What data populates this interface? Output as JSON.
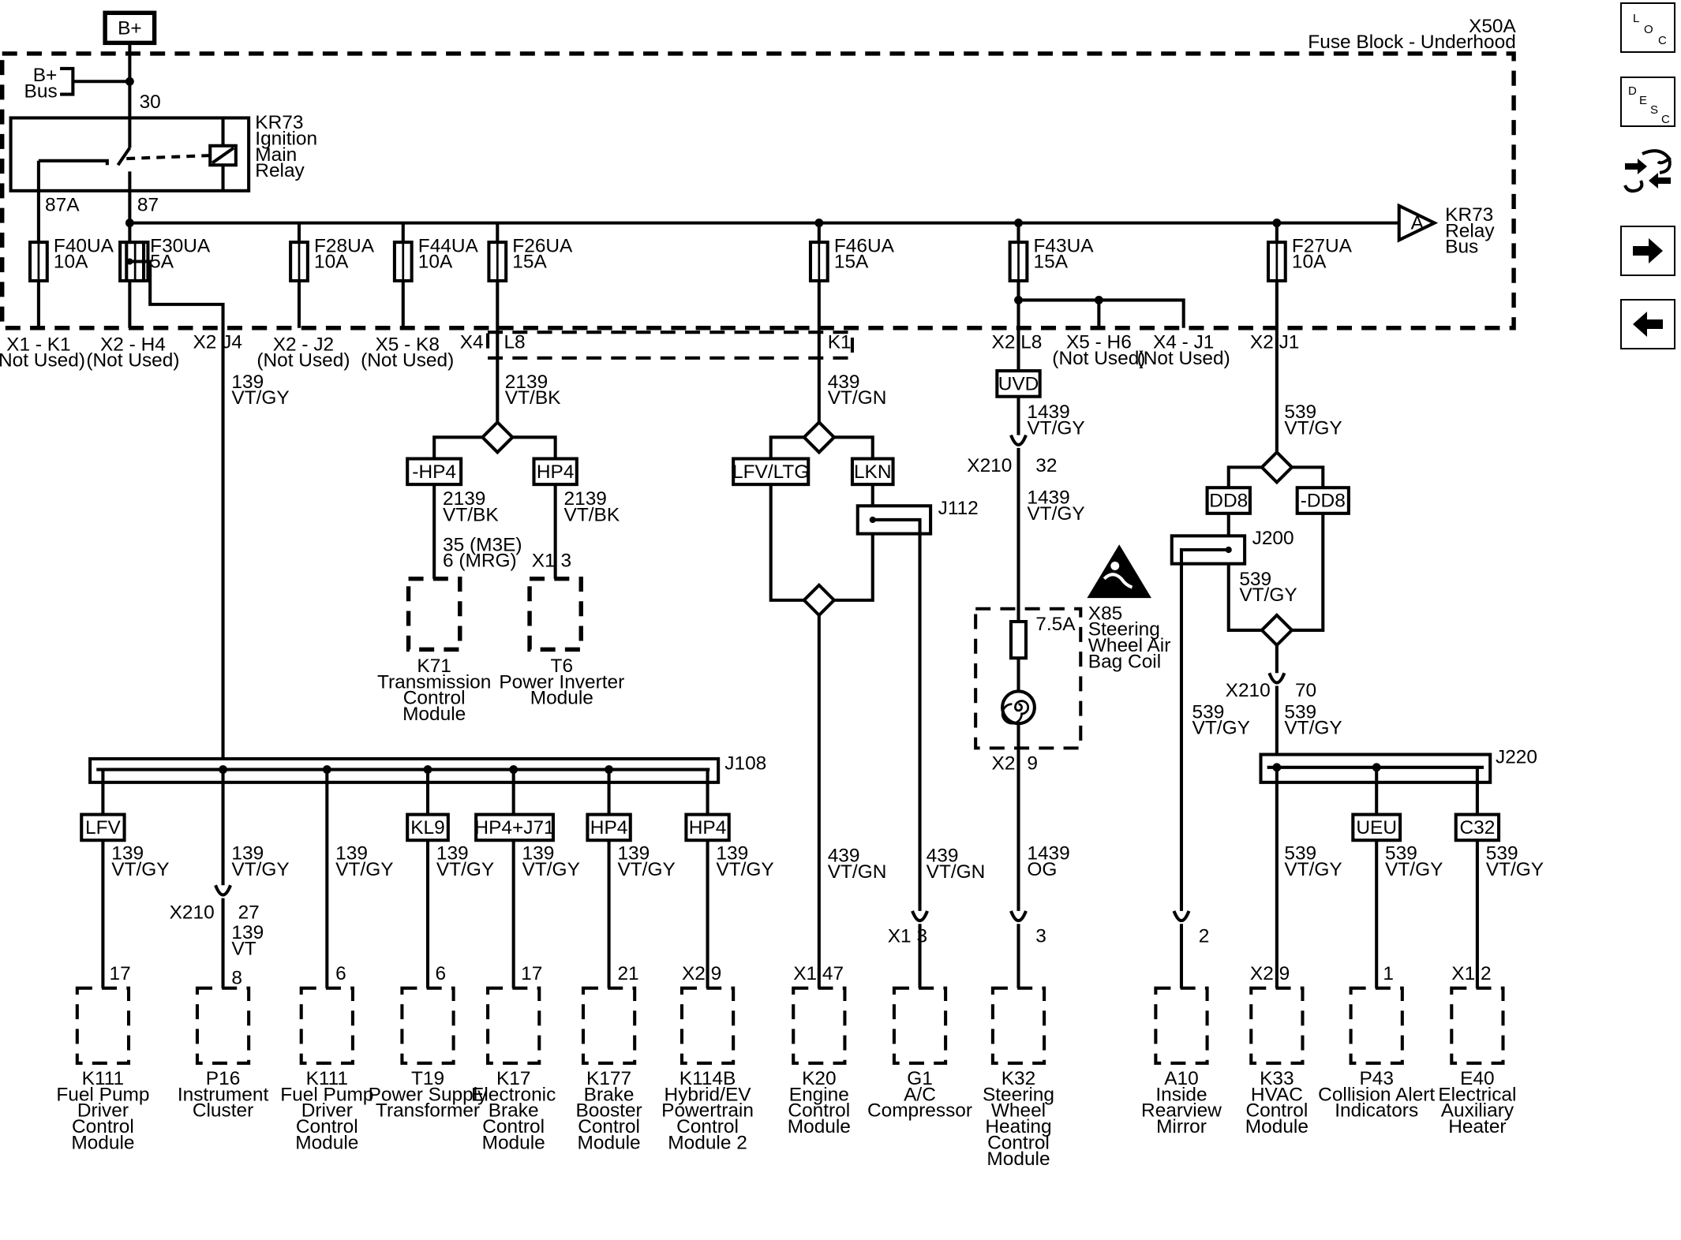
{
  "header": {
    "battery": "B+",
    "block_id": "X50A",
    "block_name": "Fuse Block - Underhood",
    "bus": [
      "B+",
      "Bus"
    ],
    "pin30": "30"
  },
  "relay": {
    "name": [
      "KR73",
      "Ignition",
      "Main",
      "Relay"
    ],
    "pin87a": "87A",
    "pin87": "87",
    "relay_bus_flag": "A",
    "relay_bus_label": [
      "KR73",
      "Relay",
      "Bus"
    ]
  },
  "fuses": [
    {
      "name": "F40UA",
      "rating": "10A"
    },
    {
      "name": "F30UA",
      "rating": "5A"
    },
    {
      "name": "F28UA",
      "rating": "10A"
    },
    {
      "name": "F44UA",
      "rating": "10A"
    },
    {
      "name": "F26UA",
      "rating": "15A"
    },
    {
      "name": "F46UA",
      "rating": "15A"
    },
    {
      "name": "F43UA",
      "rating": "15A"
    },
    {
      "name": "F27UA",
      "rating": "10A"
    }
  ],
  "connectors": {
    "x1k1": [
      "X1 - K1",
      "(Not Used)"
    ],
    "x2h4": [
      "X2 - H4",
      "(Not Used)"
    ],
    "x2j4": "X2 J4",
    "x2j2": [
      "X2 - J2",
      "(Not Used)"
    ],
    "x5k8": [
      "X5 - K8",
      "(Not Used)"
    ],
    "x4": "X4",
    "l8": "L8",
    "k1": "K1",
    "x2l8": "X2 L8",
    "x5h6": [
      "X5 - H6",
      "(Not Used)"
    ],
    "x4j1": [
      "X4 - J1",
      "(Not Used)"
    ],
    "x2j1": "X2 J1"
  },
  "wires": {
    "c139": "139",
    "vtgy": "VT/GY",
    "c2139": "2139",
    "vtbk": "VT/BK",
    "c439": "439",
    "vtgn": "VT/GN",
    "c1439": "1439",
    "og": "OG",
    "c539": "539",
    "vt": "VT"
  },
  "options": {
    "nhp4": "-HP4",
    "hp4": "HP4",
    "lfvltg": "LFV/LTG",
    "lkn": "LKN",
    "uvd": "UVD",
    "dd8": "DD8",
    "ndd8": "-DD8",
    "lfv": "LFV",
    "kl9": "KL9",
    "hp4j71": "HP4+J71",
    "ueu": "UEU",
    "c32": "C32"
  },
  "splices": {
    "j108": "J108",
    "j112": "J112",
    "j200": "J200",
    "j220": "J220",
    "x210": "X210"
  },
  "pins": {
    "k71": [
      "35 (M3E)",
      "6   (MRG)"
    ],
    "t6": "X1  3",
    "x210_32": "32",
    "x210_27": "27",
    "x210_70": "70",
    "p17": "17",
    "p8": "8",
    "p6": "6",
    "p21": "21",
    "x2_9": "X2   9",
    "x1_47": "X1   47",
    "x1_3": "X1     3",
    "p3": "3",
    "p2": "2",
    "p1": "1",
    "x1_2": "X1   2",
    "x2": "X2",
    "p9": "9",
    "fuse75": "7.5A"
  },
  "airbag": [
    "X85",
    "Steering",
    "Wheel Air",
    "Bag Coil"
  ],
  "components": {
    "k71": [
      "K71",
      "Transmission",
      "Control",
      "Module"
    ],
    "t6": [
      "T6",
      "Power Inverter",
      "Module"
    ],
    "k111a": [
      "K111",
      "Fuel Pump",
      "Driver",
      "Control",
      "Module"
    ],
    "p16": [
      "P16",
      "Instrument",
      "Cluster"
    ],
    "k111b": [
      "K111",
      "Fuel Pump",
      "Driver",
      "Control",
      "Module"
    ],
    "t19": [
      "T19",
      "Power Supply",
      "Transformer"
    ],
    "k17": [
      "K17",
      "Electronic",
      "Brake",
      "Control",
      "Module"
    ],
    "k177": [
      "K177",
      "Brake",
      "Booster",
      "Control",
      "Module"
    ],
    "k114b": [
      "K114B",
      "Hybrid/EV",
      "Powertrain",
      "Control",
      "Module 2"
    ],
    "k20": [
      "K20",
      "Engine",
      "Control",
      "Module"
    ],
    "g1": [
      "G1",
      "A/C",
      "Compressor"
    ],
    "k32": [
      "K32",
      "Steering",
      "Wheel",
      "Heating",
      "Control",
      "Module"
    ],
    "a10": [
      "A10",
      "Inside",
      "Rearview",
      "Mirror"
    ],
    "k33": [
      "K33",
      "HVAC",
      "Control",
      "Module"
    ],
    "p43": [
      "P43",
      "Collision Alert",
      "Indicators"
    ],
    "e40": [
      "E40",
      "Electrical",
      "Auxiliary",
      "Heater"
    ]
  },
  "nav": {
    "loc": [
      "L",
      "O",
      "C"
    ],
    "desc": [
      "D",
      "E",
      "S",
      "C"
    ],
    "wiring_icon": "wiring-harness-icon",
    "forward_icon": "arrow-right-icon",
    "back_icon": "arrow-left-icon"
  }
}
